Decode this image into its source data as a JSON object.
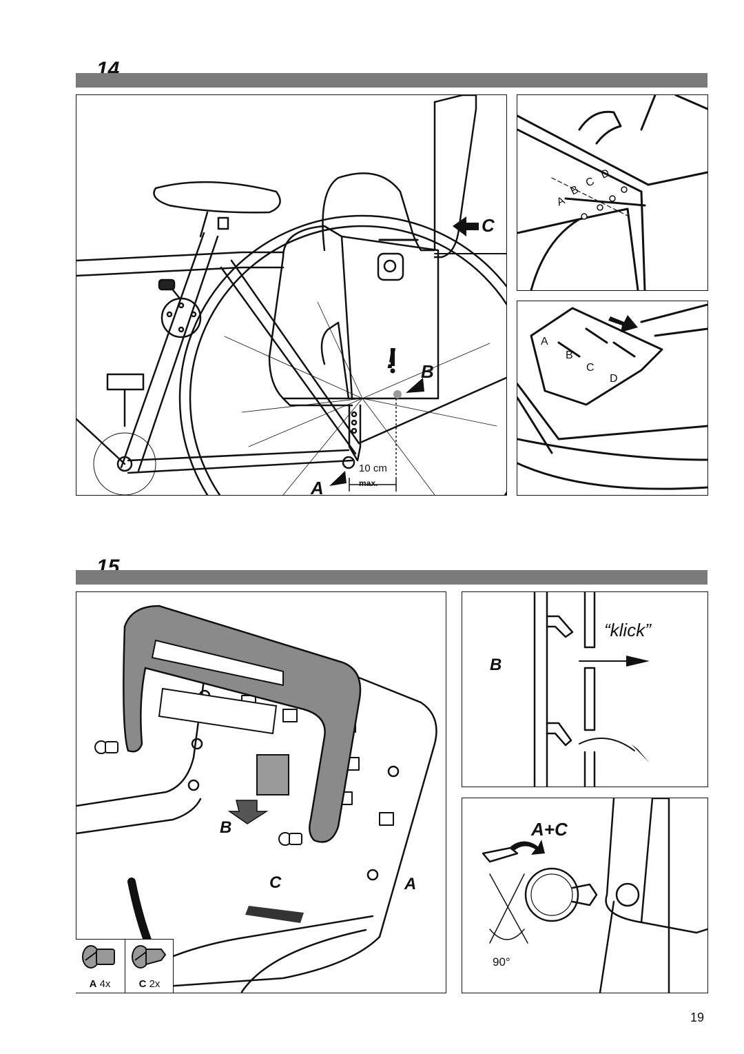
{
  "steps": [
    {
      "number": "14"
    },
    {
      "number": "15"
    }
  ],
  "step14": {
    "main_labels": {
      "a": "A",
      "b": "B",
      "c": "C",
      "warning": "!"
    },
    "measure_value": "10 cm",
    "measure_max": "max.",
    "detail_top_letters": [
      "A",
      "B",
      "C",
      "D"
    ],
    "detail_bottom_letters": [
      "A",
      "B",
      "C",
      "D"
    ]
  },
  "step15": {
    "main_labels": {
      "b": "B",
      "c": "C",
      "a": "A"
    },
    "legend": [
      {
        "letter": "A",
        "qty": "4x"
      },
      {
        "letter": "C",
        "qty": "2x"
      }
    ],
    "click_panel": {
      "sound": "“klick”",
      "label": "B"
    },
    "lock_panel": {
      "label": "A+C",
      "angle": "90°"
    }
  },
  "page_number": "19"
}
